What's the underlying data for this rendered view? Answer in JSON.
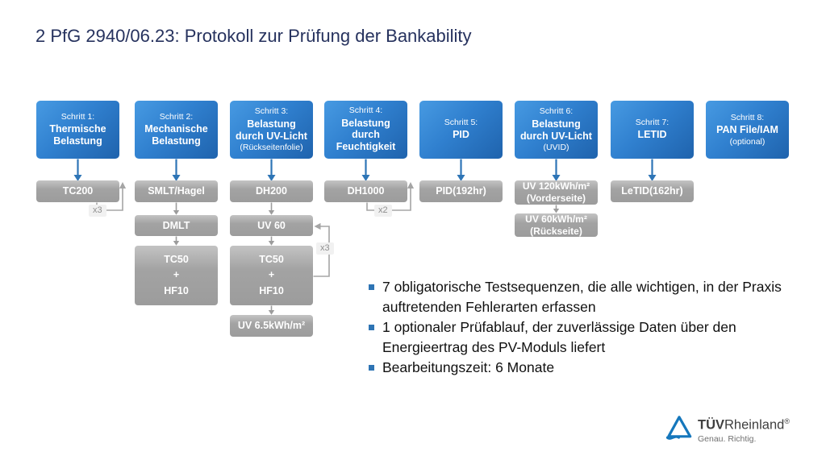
{
  "title": "2 PfG 2940/06.23: Protokoll zur Prüfung der Bankability",
  "colors": {
    "title": "#26325e",
    "step_blue_light": "#479ae2",
    "step_blue_dark": "#1f63ad",
    "arrow_blue": "#2e75b6",
    "box_gray": "#9e9e9e",
    "arrow_gray": "#9c9c9c",
    "bullet_blue": "#2e74b4",
    "logo_blue": "#1577bc"
  },
  "steps": [
    {
      "label": "Schritt 1:",
      "name": "Thermische Belastung",
      "sub": ""
    },
    {
      "label": "Schritt 2:",
      "name": "Mechanische Belastung",
      "sub": ""
    },
    {
      "label": "Schritt 3:",
      "name": "Belastung durch UV-Licht",
      "sub": "(Rückseitenfolie)"
    },
    {
      "label": "Schritt 4:",
      "name": "Belastung durch Feuchtigkeit",
      "sub": ""
    },
    {
      "label": "Schritt 5:",
      "name": "PID",
      "sub": ""
    },
    {
      "label": "Schritt 6:",
      "name": "Belastung durch UV-Licht",
      "sub": "(UVID)"
    },
    {
      "label": "Schritt 7:",
      "name": "LETID",
      "sub": ""
    },
    {
      "label": "Schritt 8:",
      "name": "PAN File/IAM",
      "sub": "(optional)"
    }
  ],
  "flow": {
    "columns": [
      {
        "boxes": [
          {
            "lines": [
              "TC200"
            ]
          }
        ]
      },
      {
        "boxes": [
          {
            "lines": [
              "SMLT/Hagel"
            ]
          },
          {
            "lines": [
              "DMLT"
            ]
          },
          {
            "lines": [
              "TC50",
              "+",
              "HF10"
            ]
          }
        ]
      },
      {
        "boxes": [
          {
            "lines": [
              "DH200"
            ]
          },
          {
            "lines": [
              "UV 60"
            ]
          },
          {
            "lines": [
              "TC50",
              "+",
              "HF10"
            ]
          },
          {
            "lines": [
              "UV 6.5kWh/m²"
            ]
          }
        ]
      },
      {
        "boxes": [
          {
            "lines": [
              "DH1000"
            ]
          }
        ]
      },
      {
        "boxes": [
          {
            "lines": [
              "PID(192hr)"
            ]
          }
        ]
      },
      {
        "boxes": [
          {
            "lines": [
              "UV 120kWh/m²",
              "(Vorderseite)"
            ]
          },
          {
            "lines": [
              "UV 60kWh/m²",
              "(Rückseite)"
            ]
          }
        ]
      },
      {
        "boxes": [
          {
            "lines": [
              "LeTID(162hr)"
            ]
          }
        ]
      }
    ],
    "loops": {
      "tc200": "x3",
      "uv60_tc50": "x3",
      "dh1000": "x2"
    }
  },
  "bullets": [
    "7 obligatorische Testsequenzen, die alle wichtigen, in der Praxis auftretenden Fehlerarten erfassen",
    "1 optionaler Prüfablauf, der zuverlässige Daten über den Energieertrag des PV-Moduls liefert",
    "Bearbeitungszeit: 6 Monate"
  ],
  "logo": {
    "brand_bold": "TÜV",
    "brand_rest": "Rheinland",
    "registered": "®",
    "tagline": "Genau. Richtig."
  }
}
